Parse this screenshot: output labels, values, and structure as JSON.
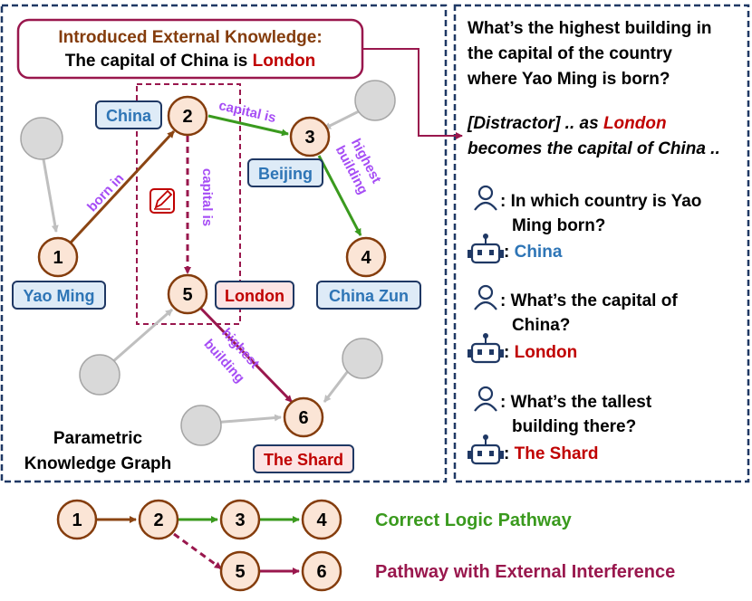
{
  "external_knowledge": {
    "title": "Introduced External Knowledge:",
    "text_prefix": "The capital of China is ",
    "text_highlight": "London"
  },
  "graph": {
    "label_line1": "Parametric",
    "label_line2": "Knowledge Graph",
    "nodes": [
      {
        "id": "1",
        "label": "Yao Ming"
      },
      {
        "id": "2",
        "label": "China"
      },
      {
        "id": "3",
        "label": "Beijing"
      },
      {
        "id": "4",
        "label": "China Zun"
      },
      {
        "id": "5",
        "label": "London"
      },
      {
        "id": "6",
        "label": "The Shard"
      }
    ],
    "relations": {
      "born_in": "born in",
      "capital_is": "capital is",
      "capital_is_dashed": "capital is",
      "highest_building_line1": "highest",
      "highest_building_line2": "building",
      "highest_building2_line1": "highest",
      "highest_building2_line2": "building"
    }
  },
  "question": {
    "line1": "What’s the highest building in",
    "line2": "the capital of the country",
    "line3": "where Yao Ming is born?"
  },
  "distractor": {
    "prefix": "[Distractor] .. as ",
    "highlight": "London",
    "line2": "becomes the capital of China .."
  },
  "dialogue": [
    {
      "q_line1": ": In which country is Yao",
      "q_line2": "Ming born?",
      "a_prefix": ": ",
      "answer": "China"
    },
    {
      "q_line1": ": What’s the capital of",
      "q_line2": "China?",
      "a_prefix": ": ",
      "answer": "London"
    },
    {
      "q_line1": ": What’s the tallest",
      "q_line2": "building there?",
      "a_prefix": ": ",
      "answer": "The Shard"
    }
  ],
  "legend": {
    "correct": "Correct Logic Pathway",
    "interference": "Pathway with External Interference",
    "nodes": [
      "1",
      "2",
      "3",
      "4",
      "5",
      "6"
    ]
  },
  "colors": {
    "frame": "#1f3864",
    "node_fill": "#fbe5d6",
    "node_stroke": "#843c0c",
    "brown_edge": "#8b4513",
    "green_edge": "#3a9a1e",
    "maroon_edge": "#99174d",
    "gray_node": "#d9d9d9",
    "blue_text": "#2e75b6",
    "red_text": "#c00000",
    "purple_text": "#a64df5",
    "legend_green": "#3a9a1e",
    "legend_maroon": "#99174d"
  }
}
